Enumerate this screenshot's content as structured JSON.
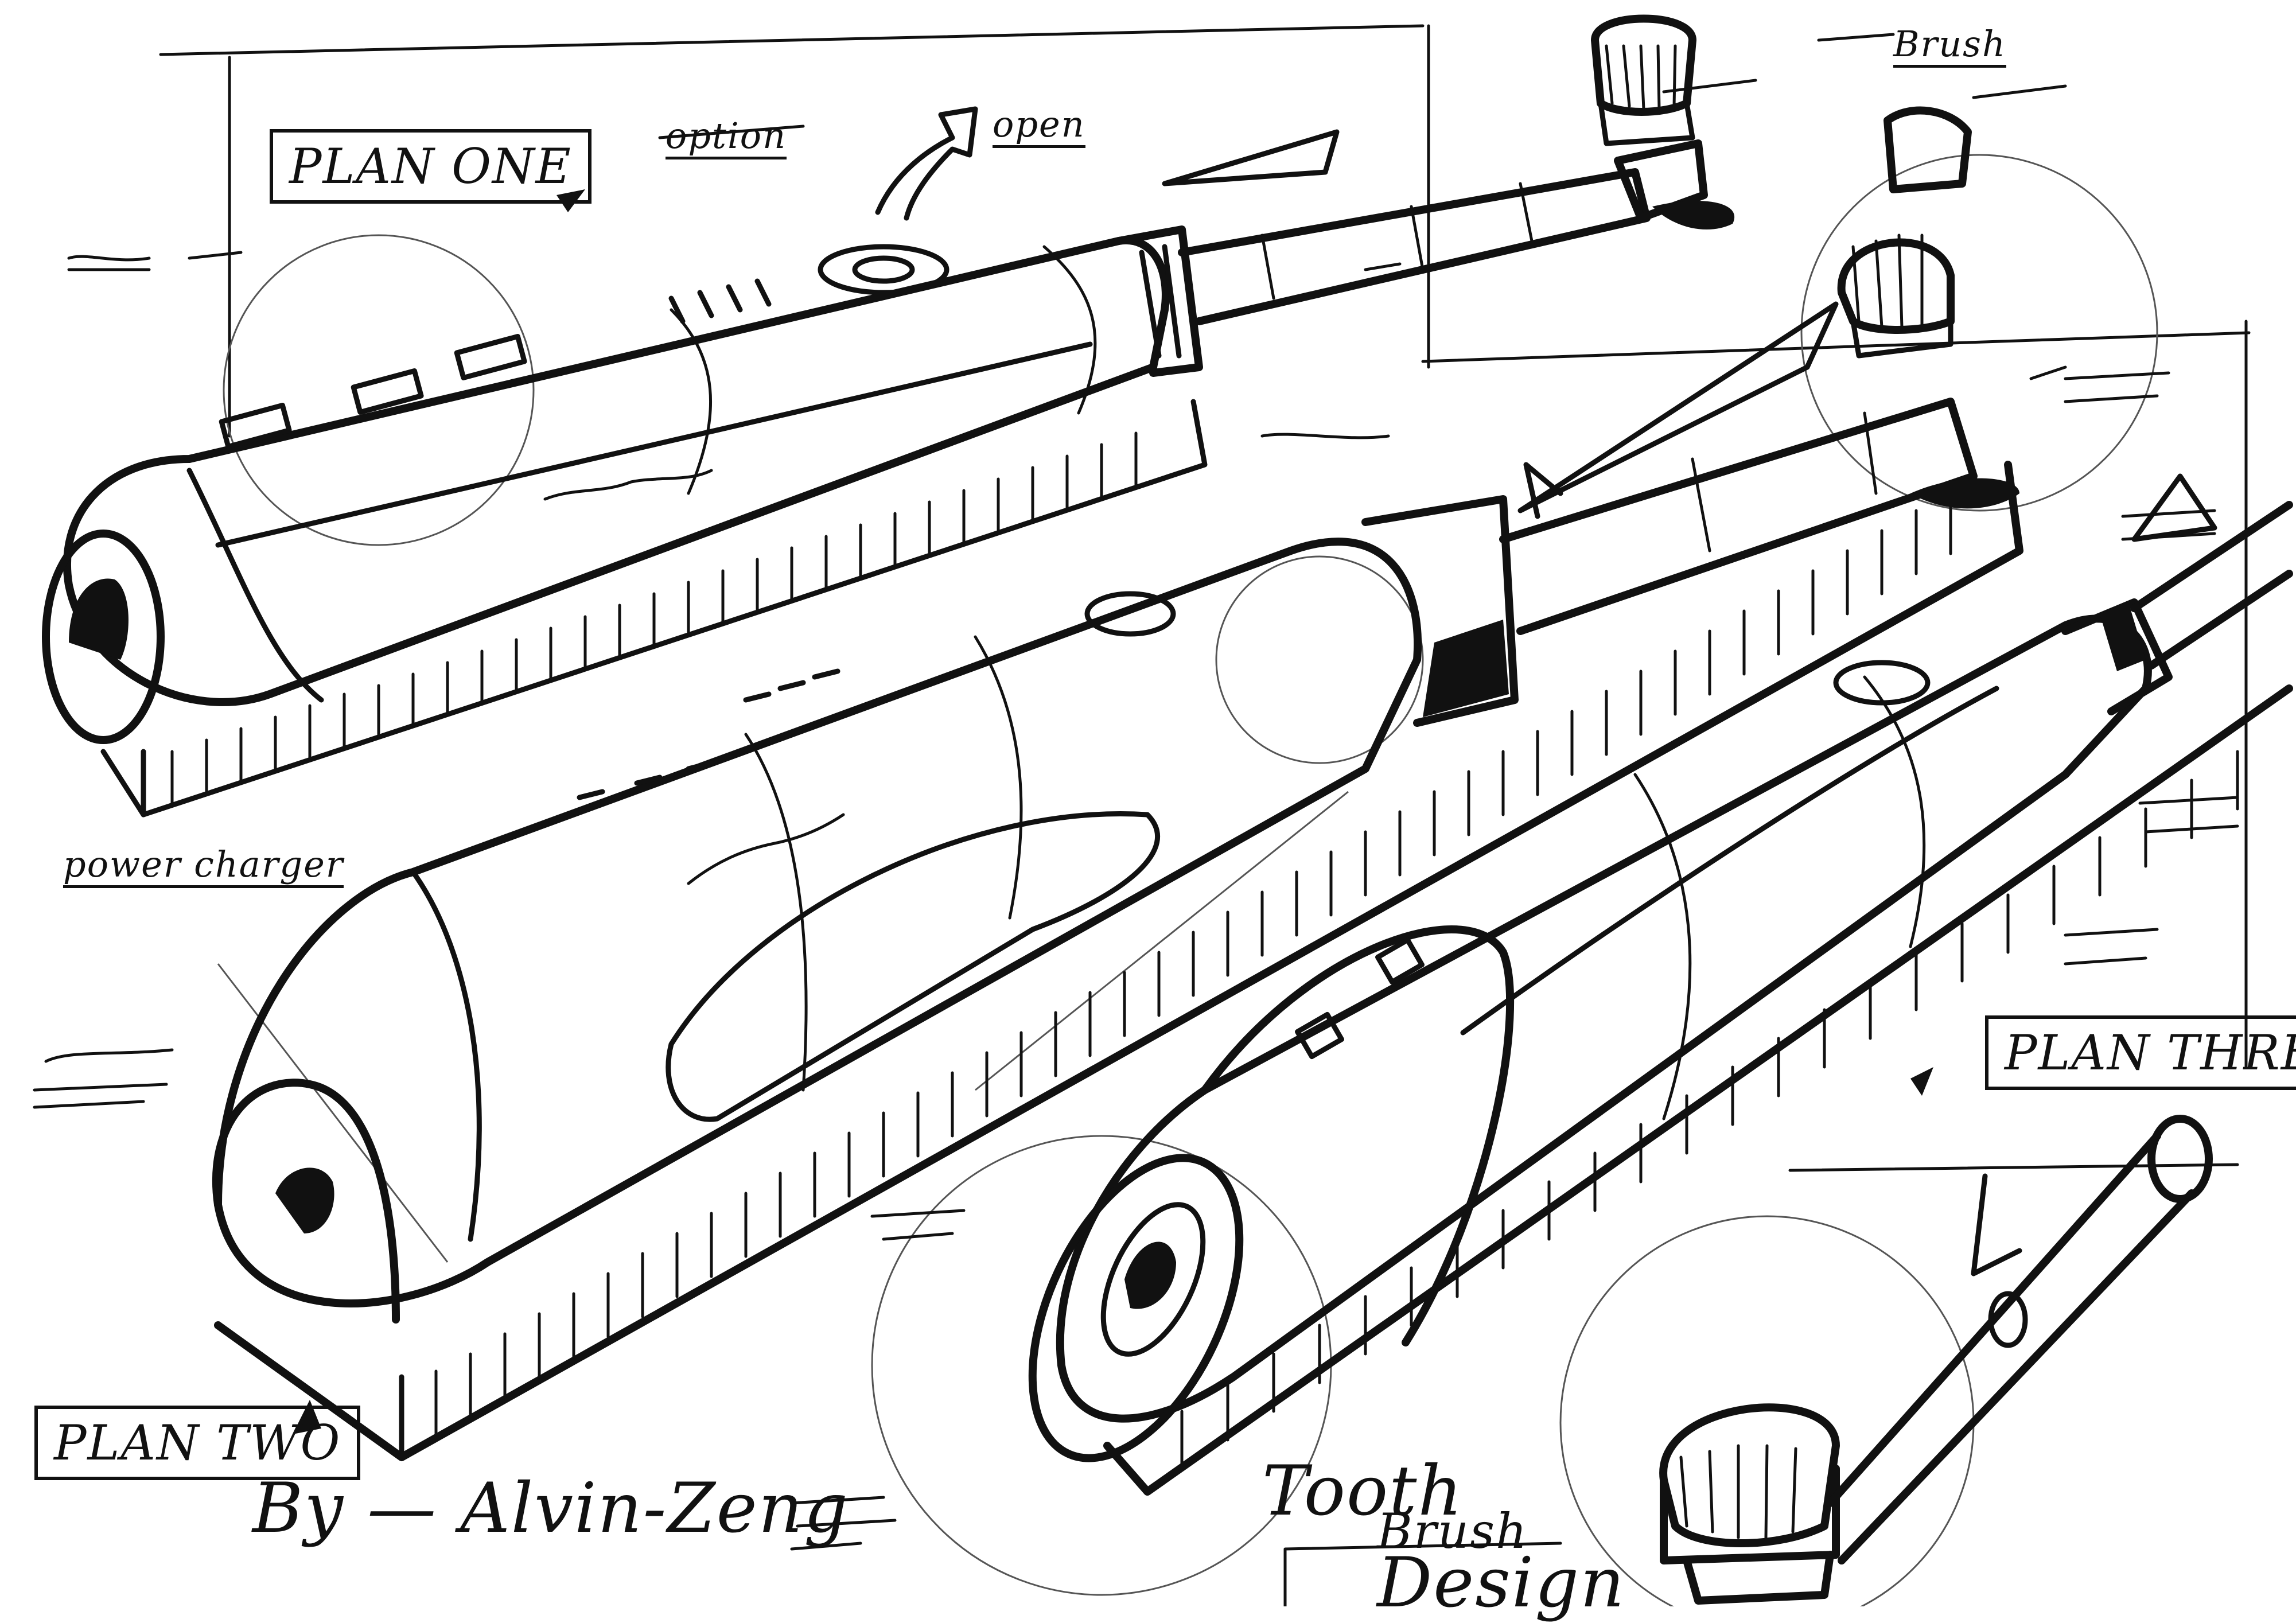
{
  "sketch": {
    "labels": {
      "plan_one": "PLAN ONE",
      "plan_two": "PLAN TWO",
      "plan_three": "PLAN THREE",
      "power_charger": "power charger",
      "option": "option",
      "open": "open",
      "brush": "Brush",
      "signature": "By — Alvin-Zeng",
      "title_line1": "Tooth",
      "title_line2": "Brush",
      "title_line3": "Design"
    },
    "ink_color": "#111111",
    "paper_color": "#ffffff"
  }
}
